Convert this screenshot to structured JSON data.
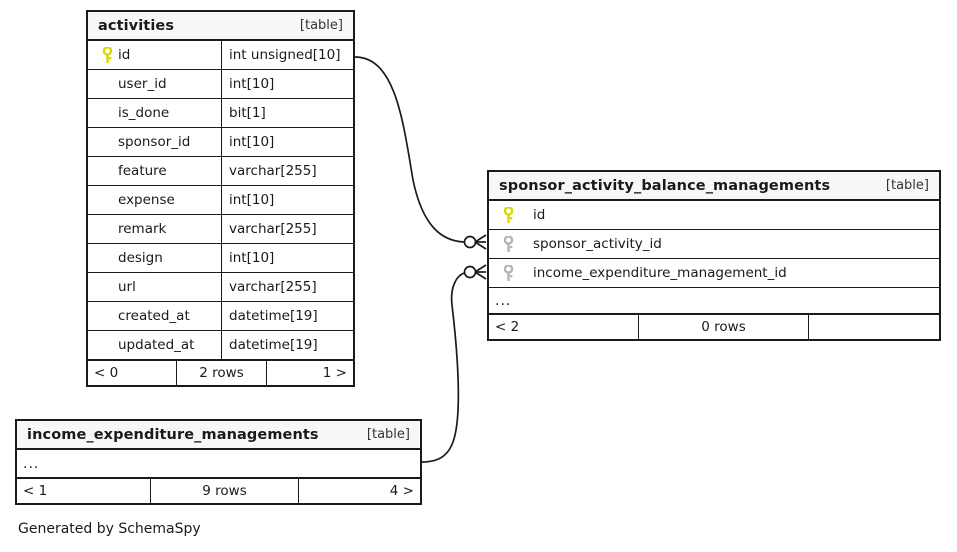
{
  "diagram": {
    "generator_note": "Generated by SchemaSpy",
    "table_tag": "[table]",
    "ellipsis": "...",
    "key_icon_primary": "key-icon-primary",
    "key_icon_foreign": "key-icon-foreign"
  },
  "tables": [
    {
      "id": "activities",
      "name": "activities",
      "tag": "[table]",
      "columns": [
        {
          "name": "id",
          "type": "int unsigned[10]",
          "key": "primary"
        },
        {
          "name": "user_id",
          "type": "int[10]",
          "key": "none"
        },
        {
          "name": "is_done",
          "type": "bit[1]",
          "key": "none"
        },
        {
          "name": "sponsor_id",
          "type": "int[10]",
          "key": "none"
        },
        {
          "name": "feature",
          "type": "varchar[255]",
          "key": "none"
        },
        {
          "name": "expense",
          "type": "int[10]",
          "key": "none"
        },
        {
          "name": "remark",
          "type": "varchar[255]",
          "key": "none"
        },
        {
          "name": "design",
          "type": "int[10]",
          "key": "none"
        },
        {
          "name": "url",
          "type": "varchar[255]",
          "key": "none"
        },
        {
          "name": "created_at",
          "type": "datetime[19]",
          "key": "none"
        },
        {
          "name": "updated_at",
          "type": "datetime[19]",
          "key": "none"
        }
      ],
      "has_ellipsis": false,
      "footer": {
        "prev": "< 0",
        "rows": "2 rows",
        "next": "1 >"
      }
    },
    {
      "id": "sponsor_activity_balance_managements",
      "name": "sponsor_activity_balance_managements",
      "tag": "[table]",
      "columns": [
        {
          "name": "id",
          "type": "",
          "key": "primary"
        },
        {
          "name": "sponsor_activity_id",
          "type": "",
          "key": "foreign"
        },
        {
          "name": "income_expenditure_management_id",
          "type": "",
          "key": "foreign"
        }
      ],
      "has_ellipsis": true,
      "footer": {
        "prev": "< 2",
        "rows": "0 rows",
        "next": ""
      }
    },
    {
      "id": "income_expenditure_managements",
      "name": "income_expenditure_managements",
      "tag": "[table]",
      "columns": [],
      "has_ellipsis": true,
      "footer": {
        "prev": "< 1",
        "rows": "9 rows",
        "next": "4 >"
      }
    }
  ],
  "relationships": [
    {
      "id": "rel-activities-to-sabm",
      "from_table": "activities",
      "from_column": "id",
      "to_table": "sponsor_activity_balance_managements",
      "to_column": "sponsor_activity_id",
      "from_cardinality": "one",
      "to_cardinality": "zero-or-many"
    },
    {
      "id": "rel-iem-to-sabm",
      "from_table": "income_expenditure_managements",
      "from_column": "...",
      "to_table": "sponsor_activity_balance_managements",
      "to_column": "income_expenditure_management_id",
      "from_cardinality": "one",
      "to_cardinality": "zero-or-many"
    }
  ],
  "colors": {
    "background": "#ffffff",
    "border": "#1a1a1a",
    "header_fill": "#f7f7f7",
    "primary_key": "#d9d900",
    "foreign_key": "#b5b5b5",
    "connector": "#1a1a1a"
  }
}
